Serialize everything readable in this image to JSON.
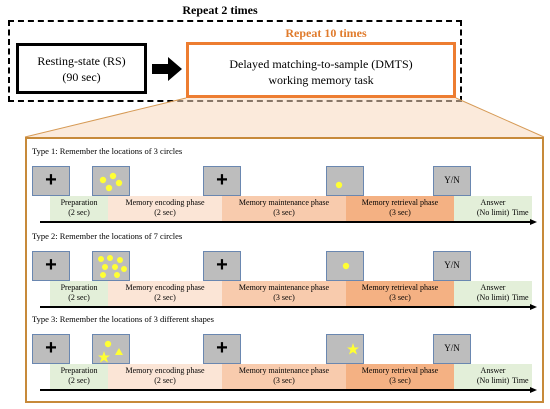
{
  "outer": {
    "repeat_label": "Repeat 2 times",
    "rs_box": {
      "line1": "Resting-state (RS)",
      "line2": "(90 sec)"
    },
    "repeat_inner_label": "Repeat 10 times",
    "dmts_box": {
      "line1": "Delayed matching-to-sample (DMTS)",
      "line2": "working memory task"
    }
  },
  "rows": [
    {
      "title": "Type 1: Remember the locations of 3 circles",
      "fixation": "+",
      "fixation2": "+",
      "answer_screen": "Y/N",
      "phases": [
        {
          "l1": "Preparation",
          "l2": "(2 sec)"
        },
        {
          "l1": "Memory encoding phase",
          "l2": "(2 sec)"
        },
        {
          "l1": "Memory maintenance phase",
          "l2": "(3 sec)"
        },
        {
          "l1": "Memory retrieval phase",
          "l2": "(3 sec)"
        },
        {
          "l1": "Answer",
          "l2": "(No limit)"
        }
      ],
      "time_label": "Time"
    },
    {
      "title": "Type 2: Remember the locations of 7 circles",
      "fixation": "+",
      "fixation2": "+",
      "answer_screen": "Y/N",
      "phases": [
        {
          "l1": "Preparation",
          "l2": "(2 sec)"
        },
        {
          "l1": "Memory encoding phase",
          "l2": "(2 sec)"
        },
        {
          "l1": "Memory maintenance phase",
          "l2": "(3 sec)"
        },
        {
          "l1": "Memory retrieval phase",
          "l2": "(3 sec)"
        },
        {
          "l1": "Answer",
          "l2": "(No limit)"
        }
      ],
      "time_label": "Time"
    },
    {
      "title": "Type 3: Remember the locations of 3 different shapes",
      "fixation": "+",
      "fixation2": "+",
      "answer_screen": "Y/N",
      "phases": [
        {
          "l1": "Preparation",
          "l2": "(2 sec)"
        },
        {
          "l1": "Memory encoding phase",
          "l2": "(2 sec)"
        },
        {
          "l1": "Memory maintenance phase",
          "l2": "(3 sec)"
        },
        {
          "l1": "Memory retrieval phase",
          "l2": "(3 sec)"
        },
        {
          "l1": "Answer",
          "l2": "(No limit)"
        }
      ],
      "time_label": "Time"
    }
  ],
  "colors": {
    "orange_border": "#ed7d31",
    "panel_border": "#c78a3a",
    "stimulus_yellow": "#ffff33",
    "screen_gray": "#bdbdbd"
  }
}
